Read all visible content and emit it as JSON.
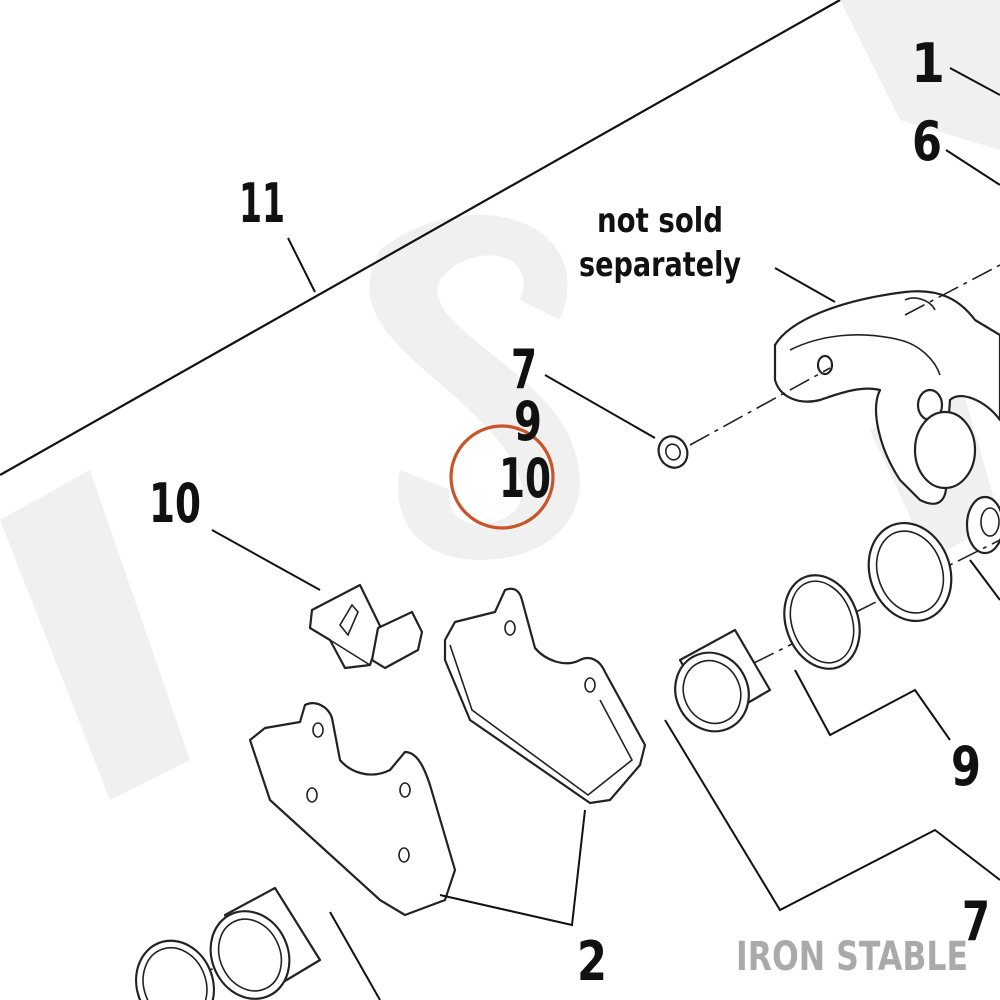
{
  "diagram": {
    "callouts": {
      "c11": "11",
      "c1": "1",
      "c6": "6",
      "c7_upper": "7",
      "c9_upper": "9",
      "c10_center": "10",
      "c10_left": "10",
      "c9_right": "9",
      "c7_right": "7",
      "c2": "2"
    },
    "note": {
      "line1": "not sold",
      "line2": "separately"
    },
    "highlight_color": "#C8552A",
    "watermark": "IRON STABLE",
    "watermark_color": "#AAAAAA"
  }
}
